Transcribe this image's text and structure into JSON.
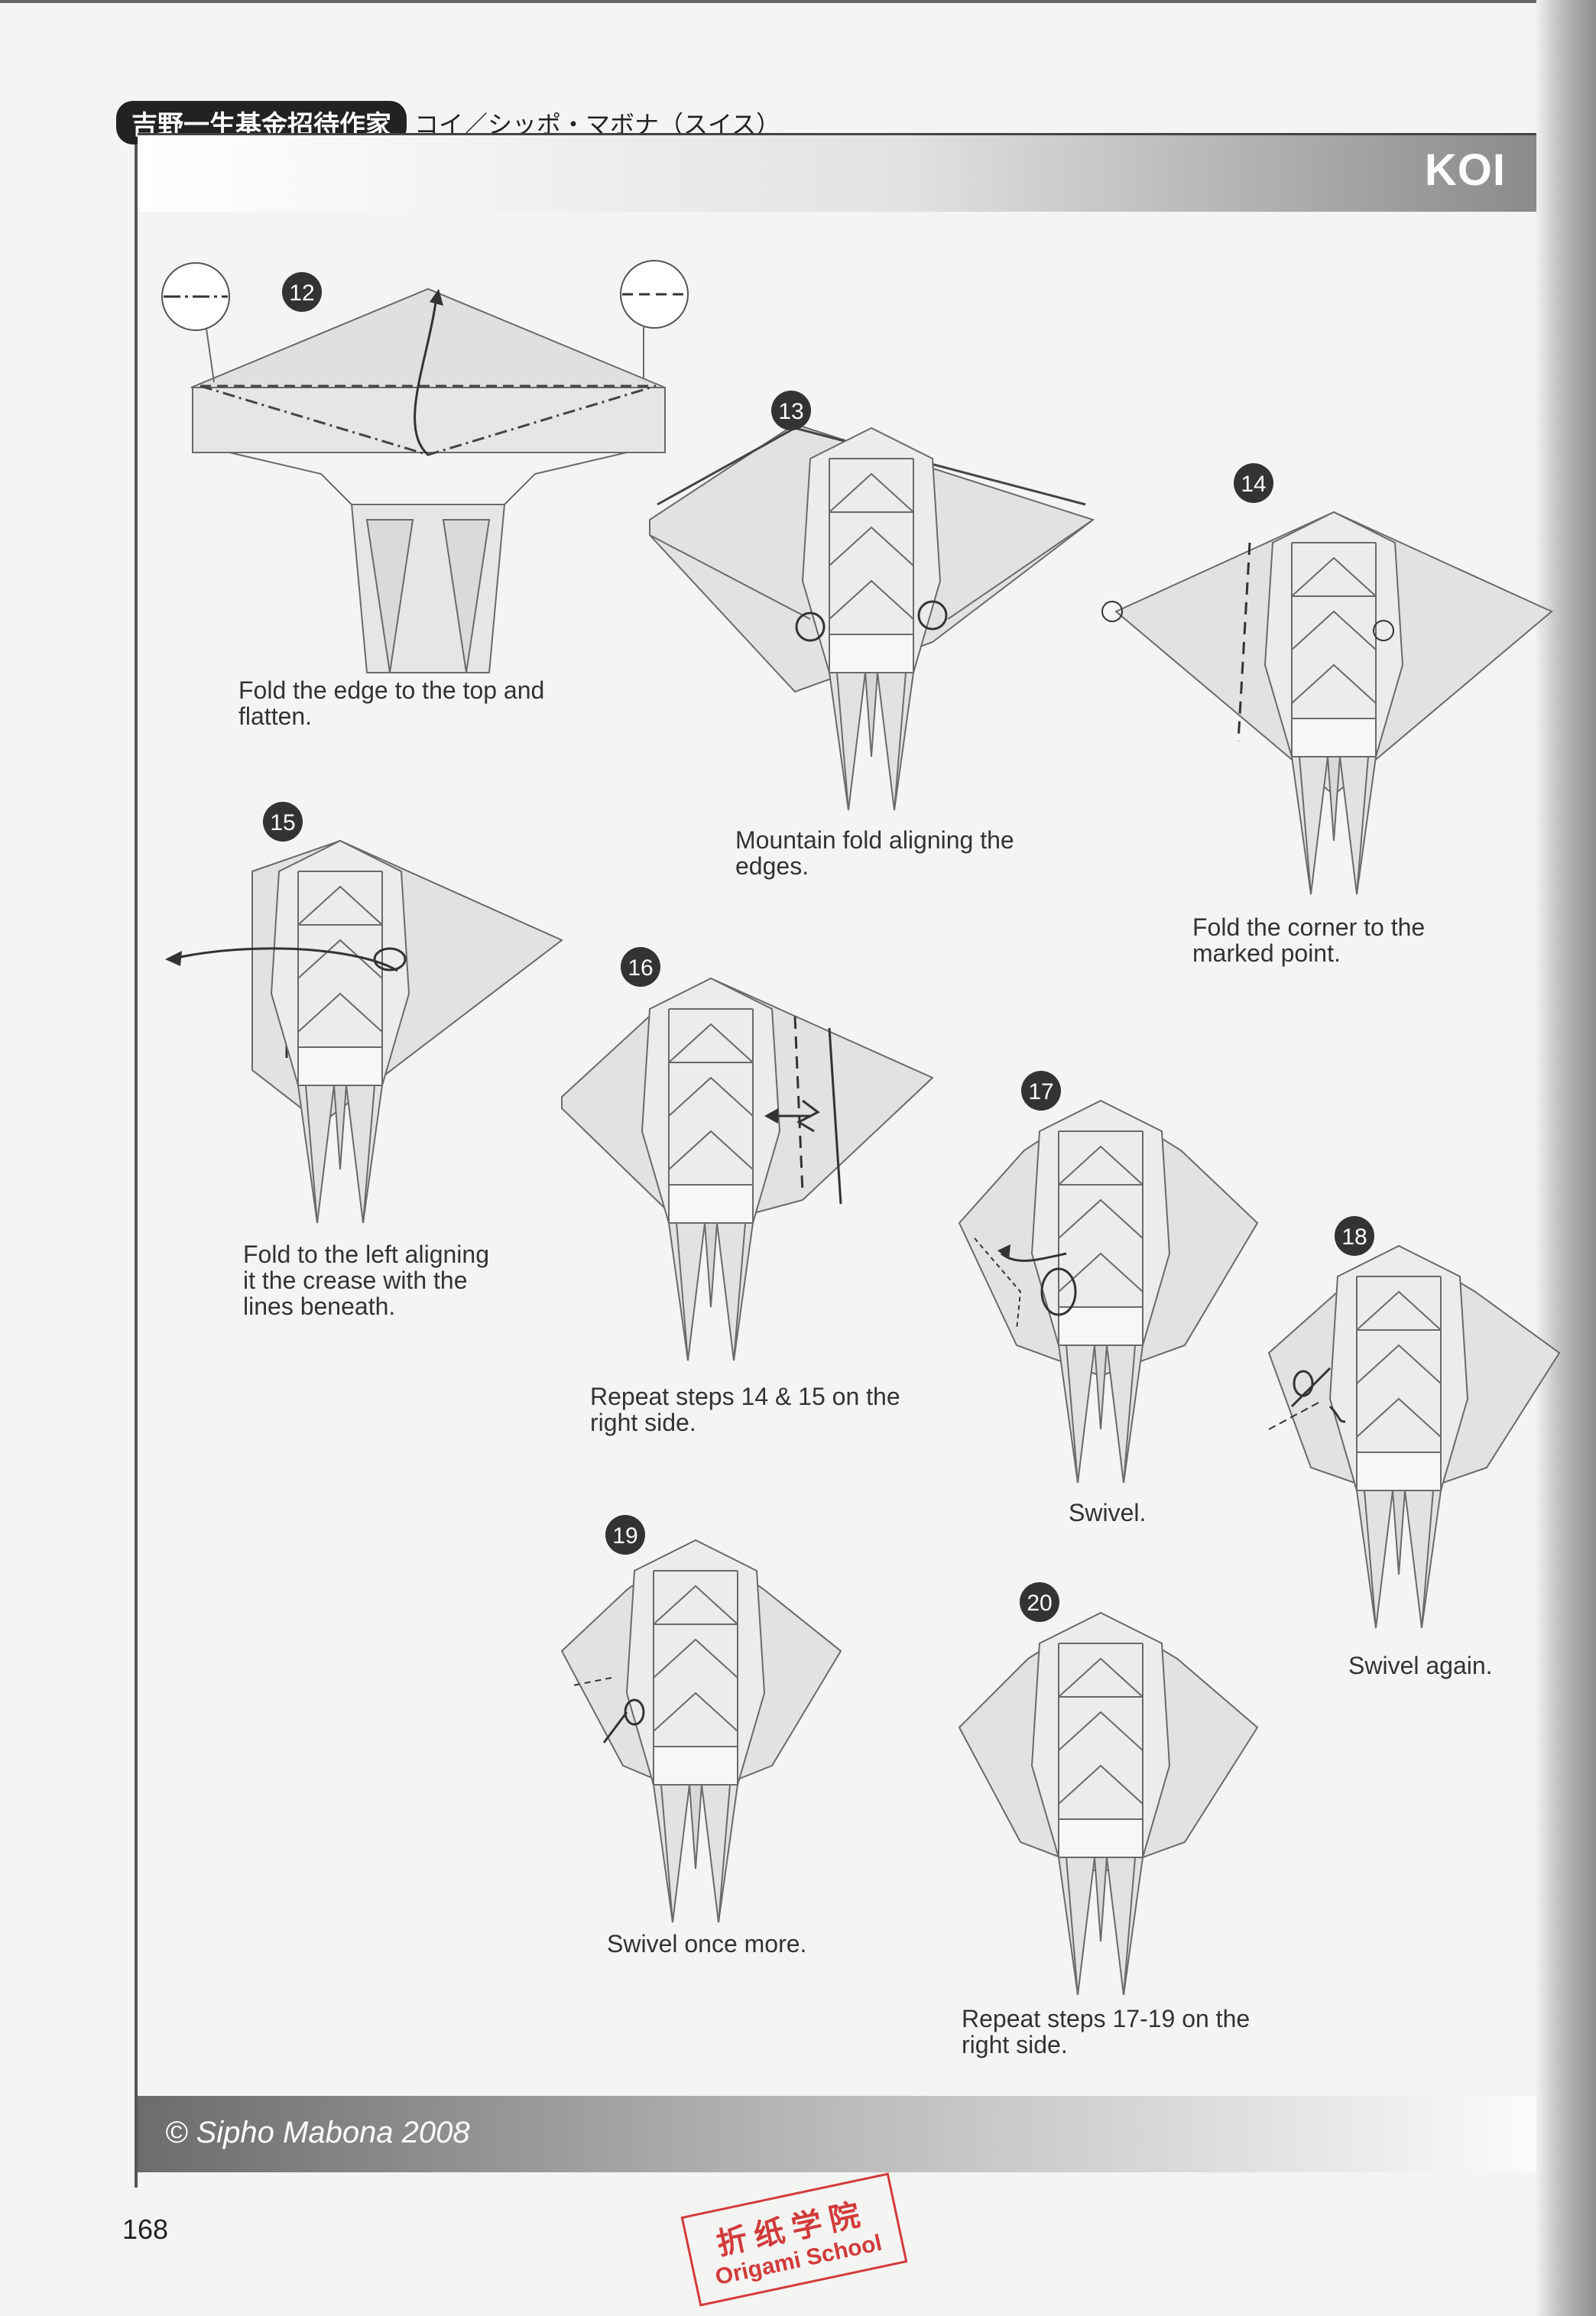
{
  "header": {
    "series_badge": "吉野一生基金招待作家",
    "series_subtitle": "コイ／シッポ・マボナ（スイス）",
    "title": "KOI"
  },
  "steps": [
    {
      "num": "12",
      "caption_lines": [
        "Fold the edge to the top and",
        "flatten."
      ]
    },
    {
      "num": "13",
      "caption_lines": [
        "Mountain fold aligning the",
        "edges."
      ]
    },
    {
      "num": "14",
      "caption_lines": [
        "Fold the corner to the",
        "marked point."
      ]
    },
    {
      "num": "15",
      "caption_lines": [
        "Fold to the left aligning",
        "it the crease with the",
        "lines beneath."
      ]
    },
    {
      "num": "16",
      "caption_lines": [
        "Repeat steps 14 & 15 on the",
        "right side."
      ]
    },
    {
      "num": "17",
      "caption_lines": [
        "Swivel."
      ]
    },
    {
      "num": "18",
      "caption_lines": [
        "Swivel again."
      ]
    },
    {
      "num": "19",
      "caption_lines": [
        "Swivel once more."
      ]
    },
    {
      "num": "20",
      "caption_lines": [
        "Repeat steps 17-19 on the",
        "right side."
      ]
    }
  ],
  "footer": {
    "copyright": "© Sipho Mabona 2008",
    "page_number": "168",
    "stamp_cn": "折纸学院",
    "stamp_en": "Origami School"
  }
}
